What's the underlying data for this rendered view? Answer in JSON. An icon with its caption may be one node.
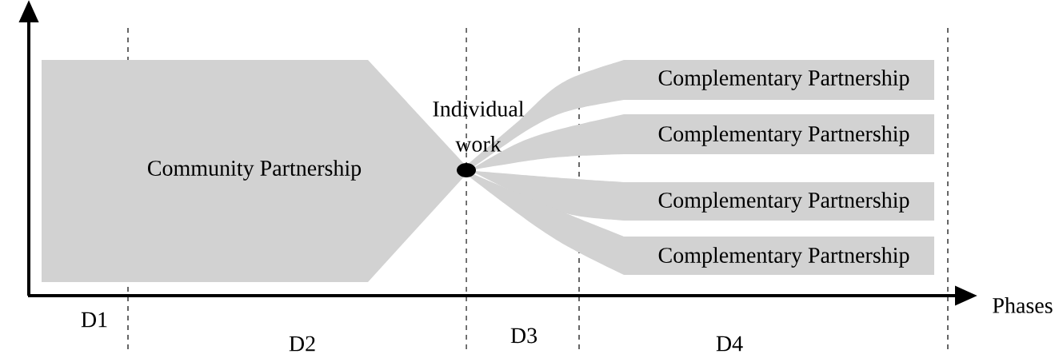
{
  "diagram": {
    "nodes": [
      {
        "text": [
          "Community Partnership"
        ]
      },
      {
        "text": [],
        "shape": "circle",
        "beside": [
          "Individual work"
        ]
      },
      {
        "text": [
          "Complementary Partnership"
        ]
      },
      {
        "text": [
          "Complementary Partnership"
        ]
      },
      {
        "text": [
          "Complementary Partnership"
        ]
      },
      {
        "text": [
          "Complementary Partnership"
        ]
      }
    ],
    "labels": [
      "Phases",
      "D1",
      "D2",
      "D3",
      "D4"
    ]
  }
}
